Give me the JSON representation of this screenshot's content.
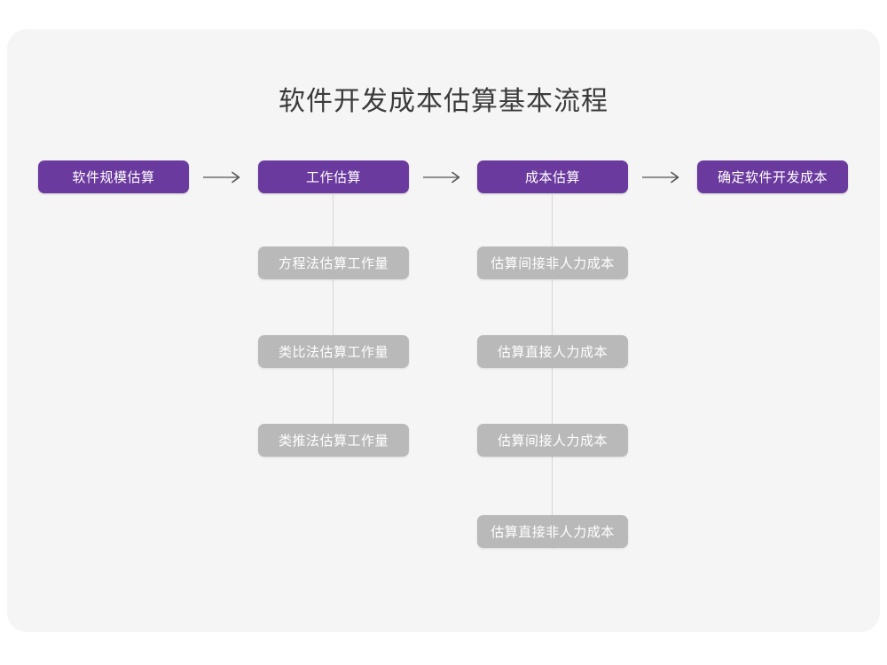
{
  "title": "软件开发成本估算基本流程",
  "theme": {
    "canvas_background": "#f5f5f5",
    "page_background": "#ffffff",
    "primary_node_color": "#6b3a9e",
    "secondary_node_color": "#b9b9b9",
    "node_text_color": "#ffffff",
    "title_text_color": "#3b3b3b",
    "connector_color": "#d6d6d6",
    "arrow_color": "#555555"
  },
  "stages": [
    {
      "id": "stage-1",
      "label": "软件规模估算"
    },
    {
      "id": "stage-2",
      "label": "工作估算"
    },
    {
      "id": "stage-3",
      "label": "成本估算"
    },
    {
      "id": "stage-4",
      "label": "确定软件开发成本"
    }
  ],
  "arrows": [
    {
      "id": "arrow-1",
      "from": "stage-1",
      "to": "stage-2",
      "glyph": "arrow-right-icon"
    },
    {
      "id": "arrow-2",
      "from": "stage-2",
      "to": "stage-3",
      "glyph": "arrow-right-icon"
    },
    {
      "id": "arrow-3",
      "from": "stage-3",
      "to": "stage-4",
      "glyph": "arrow-right-icon"
    }
  ],
  "substeps_work_estimation": [
    {
      "id": "sub-l-1",
      "label": "方程法估算工作量"
    },
    {
      "id": "sub-l-2",
      "label": "类比法估算工作量"
    },
    {
      "id": "sub-l-3",
      "label": "类推法估算工作量"
    }
  ],
  "substeps_cost_estimation": [
    {
      "id": "sub-r-1",
      "label": "估算间接非人力成本"
    },
    {
      "id": "sub-r-2",
      "label": "估算直接人力成本"
    },
    {
      "id": "sub-r-3",
      "label": "估算间接人力成本"
    },
    {
      "id": "sub-r-4",
      "label": "估算直接非人力成本"
    }
  ]
}
